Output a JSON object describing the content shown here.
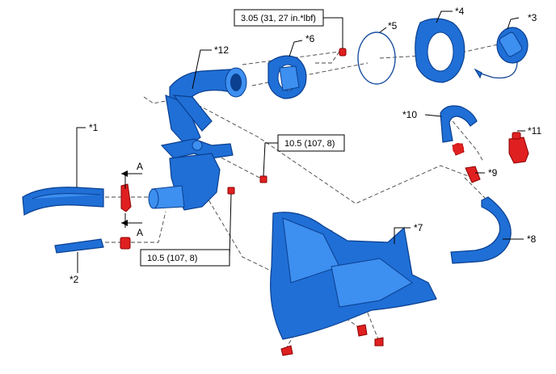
{
  "colors": {
    "part": "#1f6fd6",
    "part_outline": "#0b3f8f",
    "fastener": "#e02020",
    "gasket": "#1a4fa0"
  },
  "callouts": {
    "c1": "*1",
    "c2": "*2",
    "c3": "*3",
    "c4": "*4",
    "c5": "*5",
    "c6": "*6",
    "c7": "*7",
    "c8": "*8",
    "c9": "*9",
    "c10": "*10",
    "c11": "*11",
    "c12": "*12"
  },
  "view_marks": {
    "top": "A",
    "bottom": "A"
  },
  "torque_specs": {
    "top": "3.05 (31, 27 in.*lbf)",
    "middle": "10.5 (107, 8)",
    "bottom": "10.5 (107, 8)"
  }
}
